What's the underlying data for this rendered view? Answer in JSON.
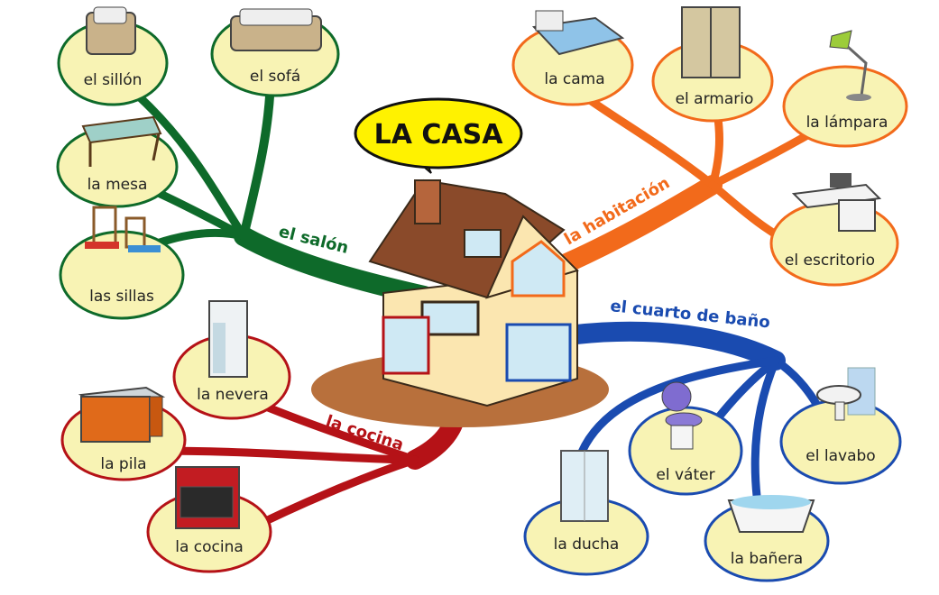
{
  "title": "LA CASA",
  "colors": {
    "salon": "#0e6a2a",
    "habitacion": "#f26a1b",
    "bano": "#1a4bb0",
    "cocina": "#b51217",
    "bubble_fill": "#f8f3b4",
    "title_fill": "#fff200"
  },
  "branches": {
    "salon": "el salón",
    "habitacion": "la habitación",
    "bano": "el cuarto de baño",
    "cocina": "la cocina"
  },
  "items": {
    "sillon": "el sillón",
    "sofa": "el sofá",
    "mesa": "la mesa",
    "sillas": "las sillas",
    "cama": "la cama",
    "armario": "el armario",
    "lampara": "la lámpara",
    "escritorio": "el escritorio",
    "nevera": "la nevera",
    "pila": "la pila",
    "cocina": "la cocina",
    "ducha": "la ducha",
    "vater": "el váter",
    "lavabo": "el lavabo",
    "banera": "la bañera"
  },
  "icons": [
    "armchair-icon",
    "sofa-icon",
    "table-icon",
    "chairs-icon",
    "bed-icon",
    "wardrobe-icon",
    "lamp-icon",
    "desk-icon",
    "fridge-icon",
    "sink-icon",
    "stove-icon",
    "shower-icon",
    "toilet-icon",
    "washbasin-icon",
    "bathtub-icon",
    "house-icon"
  ]
}
